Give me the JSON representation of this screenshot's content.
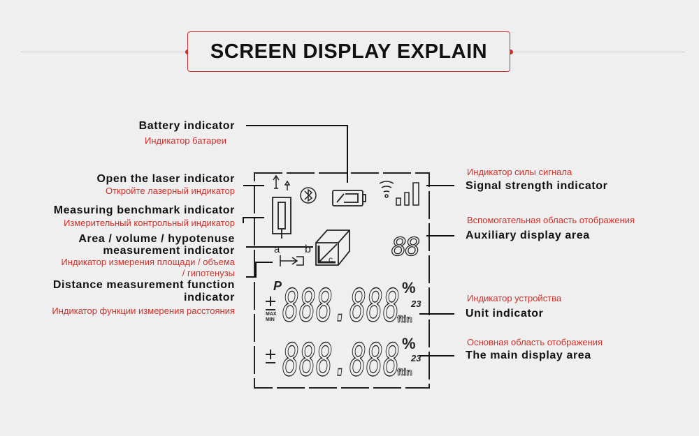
{
  "header": {
    "title": "SCREEN DISPLAY EXPLAIN"
  },
  "colors": {
    "accent": "#d0302a",
    "text": "#111111",
    "background": "#efefef",
    "lcd": "#222222"
  },
  "labels": {
    "battery": {
      "en": "Battery indicator",
      "ru": "Индикатор батареи"
    },
    "laser": {
      "en": "Open the laser indicator",
      "ru": "Откройте лазерный индикатор"
    },
    "benchmark": {
      "en": "Measuring benchmark indicator",
      "ru": "Измерительный контрольный индикатор"
    },
    "area": {
      "en1": "Area / volume / hypotenuse",
      "en2": "measurement indicator",
      "ru1": "Индикатор измерения площади / объема",
      "ru2": "/ гипотенузы"
    },
    "distance": {
      "en1": "Distance measurement function",
      "en2": "indicator",
      "ru": "Индикатор функции измерения расстояния"
    },
    "signal": {
      "ru": "Индикатор силы сигнала",
      "en": "Signal strength indicator"
    },
    "auxiliary": {
      "ru": "Вспомогательная область отображения",
      "en": "Auxiliary display area"
    },
    "unit": {
      "ru": "Индикатор устройства",
      "en": "Unit indicator"
    },
    "main": {
      "ru": "Основная область отображения",
      "en": "The main display area"
    }
  },
  "lcd": {
    "digits_row1": "888.888",
    "digits_row2": "888.888",
    "aux_digits": "88",
    "p_label": "P",
    "max_label": "MAX",
    "min_label": "MIN",
    "percent": "%",
    "unit_small": "23",
    "unit_tail": "ftin",
    "area_a": "a",
    "area_b": "b",
    "area_c": "c"
  }
}
